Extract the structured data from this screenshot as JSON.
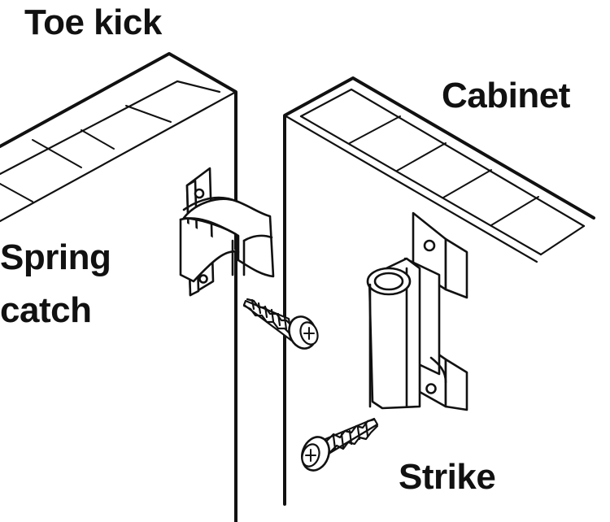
{
  "labels": {
    "toe_kick": "Toe kick",
    "cabinet": "Cabinet",
    "spring_line1": "Spring",
    "spring_line2": "catch",
    "strike": "Strike"
  },
  "colors": {
    "line": "#111111",
    "fill": "#ffffff"
  },
  "icons": {
    "screw_head": "phillips-screw-head-icon"
  }
}
